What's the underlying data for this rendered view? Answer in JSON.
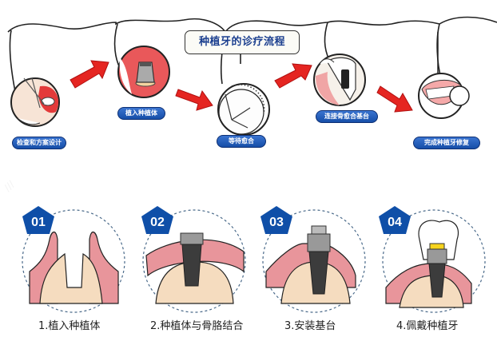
{
  "title": "种植牙的诊疗流程",
  "colors": {
    "title_text": "#1b3f8f",
    "pill_blue": "#1f5cc0",
    "arrow_red": "#e52521",
    "gum_pink": "#e8959b",
    "bone_beige": "#f5dcbf",
    "badge_blue": "#0f4fa8",
    "dashed_circle": "#4a6a8a"
  },
  "flow_steps": [
    {
      "label": "检查和方案设计",
      "icon": "mouth-examination-icon"
    },
    {
      "label": "植入种植体",
      "icon": "implant-placement-icon"
    },
    {
      "label": "等待愈合",
      "icon": "clock-waiting-icon"
    },
    {
      "label": "连接骨愈合基台",
      "icon": "abutment-connection-icon"
    },
    {
      "label": "完成种植牙修复",
      "icon": "smiling-teeth-icon"
    }
  ],
  "detail_steps": [
    {
      "badge": "01",
      "label": "1.植入种植体",
      "icon": "socket-drilling-icon"
    },
    {
      "badge": "02",
      "label": "2.种植体与骨胳结合",
      "icon": "osseointegration-icon"
    },
    {
      "badge": "03",
      "label": "3.安装基台",
      "icon": "abutment-install-icon"
    },
    {
      "badge": "04",
      "label": "4.佩戴种植牙",
      "icon": "crown-fitting-icon"
    }
  ]
}
